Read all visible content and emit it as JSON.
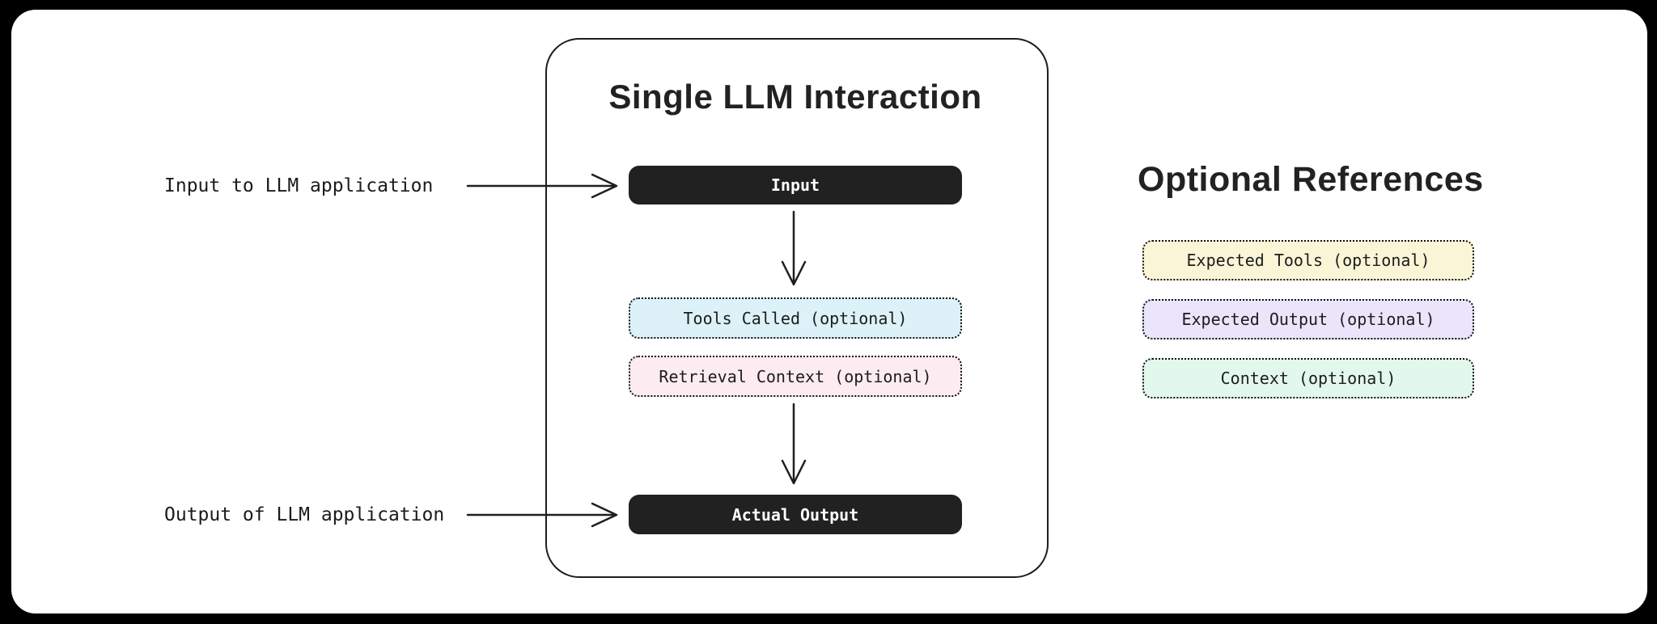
{
  "colors": {
    "background": "#000000",
    "card": "#ffffff",
    "ink": "#1f1f1f",
    "node_dark": "#212121",
    "node_dark_text": "#ffffff",
    "tools_called_bg": "#dcf2f8",
    "retrieval_context_bg": "#fcebf0",
    "expected_tools_bg": "#faf5d6",
    "expected_output_bg": "#eae5fa",
    "context_bg": "#e3f8ed"
  },
  "main_panel": {
    "title": "Single LLM Interaction",
    "nodes": {
      "input": "Input",
      "tools_called": "Tools Called (optional)",
      "retrieval_context": "Retrieval Context (optional)",
      "actual_output": "Actual Output"
    }
  },
  "annotations": {
    "input": "Input to LLM application",
    "output": "Output of LLM application"
  },
  "references": {
    "title": "Optional References",
    "items": [
      {
        "label": "Expected Tools (optional)",
        "bg": "#faf5d6"
      },
      {
        "label": "Expected Output (optional)",
        "bg": "#eae5fa"
      },
      {
        "label": "Context (optional)",
        "bg": "#e3f8ed"
      }
    ]
  }
}
